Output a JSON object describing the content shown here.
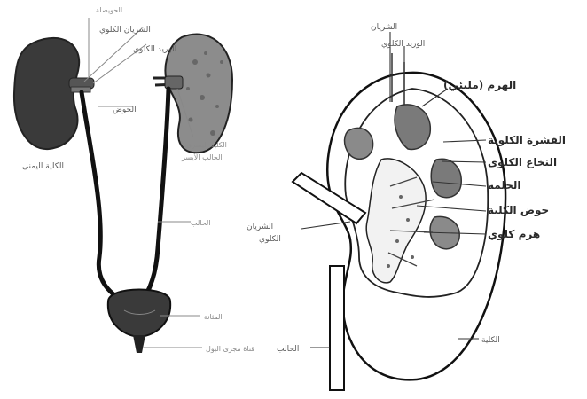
{
  "left_diagram": {
    "left_kidney_label": "الكلية اليمنى",
    "top_label": "الحويصلة",
    "vessel_label_1": "الشريان الكلوي",
    "vessel_label_2": "الوريد الكلوي",
    "pelvis_label": "الحوض",
    "right_kidney_label_1": "الكلية اليسرى",
    "right_kidney_label_2": "الحالب الأيسر",
    "ureter_label": "الحالب",
    "bladder_label": "المثانة",
    "urethra_label": "قناة مجرى البول"
  },
  "right_diagram": {
    "label_top_1": "الشريان",
    "label_top_2": "الوريد الكلوي",
    "pyramid": "الهرم (ملبئي)",
    "cortex": "القشرة الكلوية",
    "medulla": "النخاع الكلوي",
    "papilla": "الحلمة",
    "pelvis": "حوض الكلية",
    "calyx": "هرم كلوي",
    "renal_artery_1": "الشريان",
    "renal_artery_2": "الكلوي",
    "ureter": "الحالب",
    "kidney": "الكلية"
  }
}
